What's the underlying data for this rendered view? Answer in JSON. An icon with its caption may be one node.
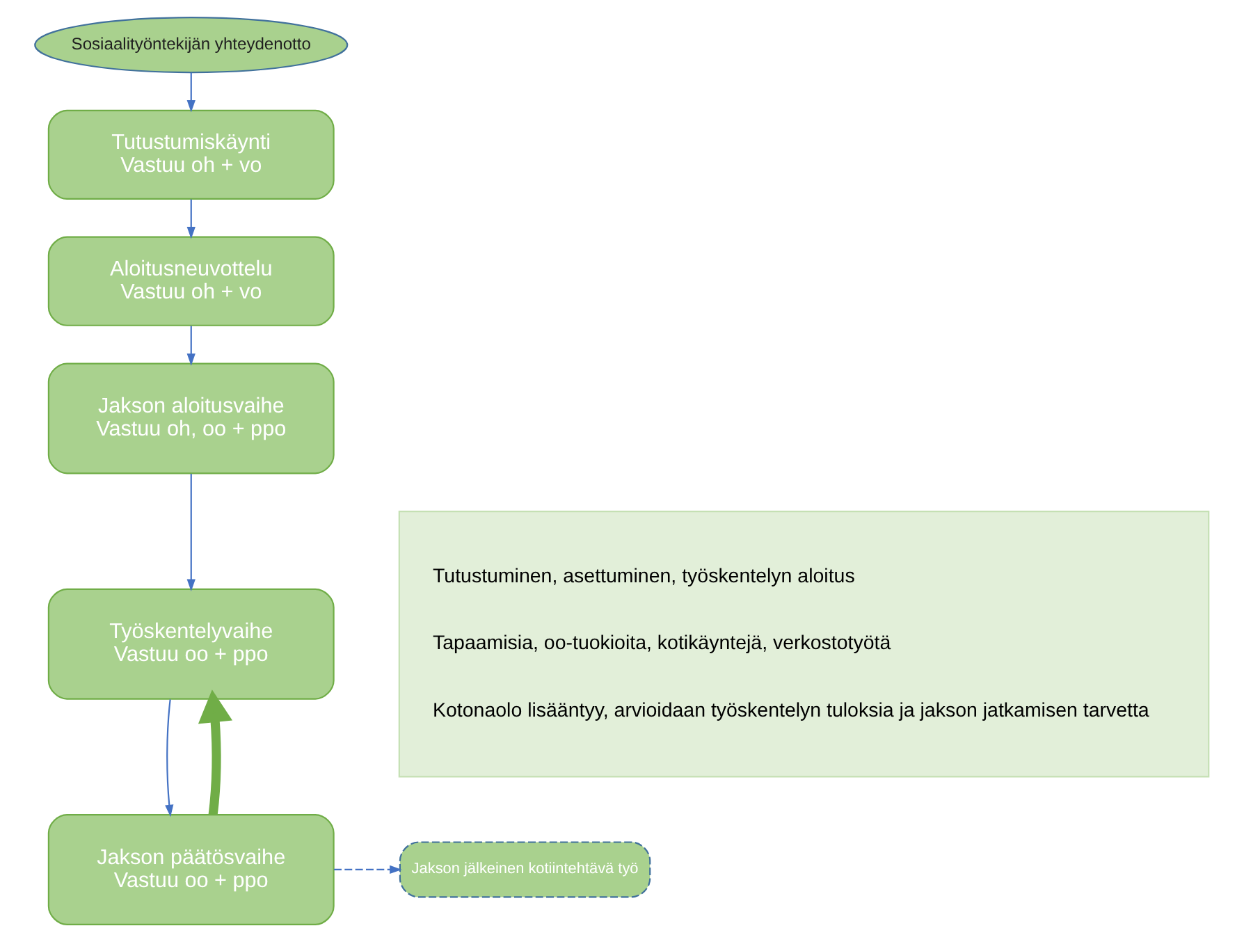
{
  "diagram": {
    "nodes": [
      {
        "text": [
          "Sosiaalityöntekijän yhteydenotto"
        ]
      },
      {
        "text": [
          "Tutustumiskäynti",
          "Vastuu oh + vo"
        ]
      },
      {
        "text": [
          "Aloitusneuvottelu",
          "Vastuu oh + vo"
        ]
      },
      {
        "text": [
          "Jakson aloitusvaihe",
          "Vastuu oh, oo + ppo"
        ]
      },
      {
        "text": [
          "Työskentelyvaihe",
          "Vastuu oo + ppo"
        ]
      },
      {
        "text": [
          "Jakson päätösvaihe",
          "Vastuu oo + ppo"
        ]
      },
      {
        "text": [
          "Jakson jälkeinen kotiintehtävä työ"
        ]
      },
      {
        "text": [
          "Tutustuminen, asettuminen, työskentelyn aloitus",
          "Tapaamisia, oo-tuokioita, kotikäyntejä, verkostotyötä",
          "Kotonaolo lisääntyy, arvioidaan työskentelyn tuloksia ja jakson jatkamisen tarvetta"
        ]
      }
    ],
    "edges": [
      {
        "from": 0,
        "to": 1,
        "arrow": "to"
      },
      {
        "from": 1,
        "to": 2,
        "arrow": "to"
      },
      {
        "from": 2,
        "to": 3,
        "arrow": "to"
      },
      {
        "from": 3,
        "to": 4,
        "arrow": "to"
      },
      {
        "from": 4,
        "to": 5,
        "arrow": "to"
      },
      {
        "from": 5,
        "to": 6,
        "arrow": "to",
        "style": "dashed"
      },
      {
        "from": 5,
        "to": 4,
        "arrow": "to",
        "style": "thick",
        "color": "#70ad47"
      }
    ]
  }
}
